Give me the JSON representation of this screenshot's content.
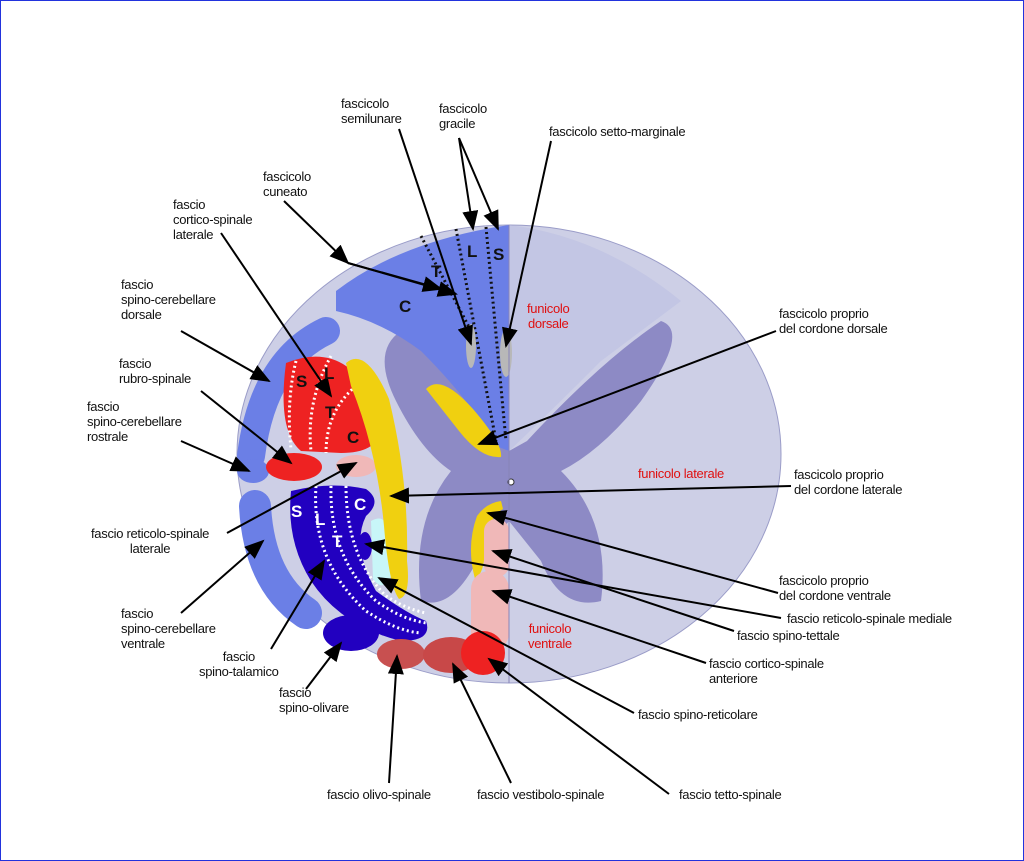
{
  "labels": {
    "semilunare": "fascicolo\nsemilunare",
    "gracile": "fascicolo\ngracile",
    "setto_marginale": "fascicolo setto-marginale",
    "cuneato": "fascicolo\ncuneato",
    "cortico_spinale_laterale": "fascio\ncortico-spinale\nlaterale",
    "spino_cerebellare_dorsale": "fascio\nspino-cerebellare\ndorsale",
    "rubro_spinale": "fascio\nrubro-spinale",
    "spino_cerebellare_rostrale": "fascio\nspino-cerebellare\nrostrale",
    "reticolo_spinale_laterale": "fascio reticolo-spinale\nlaterale",
    "spino_cerebellare_ventrale": "fascio\nspino-cerebellare\nventrale",
    "spino_talamico": "fascio\nspino-talamico",
    "spino_olivare": "fascio\nspino-olivare",
    "olivo_spinale": "fascio olivo-spinale",
    "vestibolo_spinale": "fascio vestibolo-spinale",
    "tetto_spinale": "fascio tetto-spinale",
    "proprio_dorsale": "fascicolo proprio\ndel cordone dorsale",
    "proprio_laterale": "fascicolo proprio\ndel cordone laterale",
    "proprio_ventrale": "fascicolo proprio\ndel cordone ventrale",
    "reticolo_spinale_mediale": "fascio reticolo-spinale mediale",
    "spino_tettale": "fascio spino-tettale",
    "cortico_spinale_anteriore": "fascio cortico-spinale\nanteriore",
    "spino_reticolare": "fascio spino-reticolare"
  },
  "funiculi": {
    "dorsale": "funicolo\ndorsale",
    "laterale": "funicolo laterale",
    "ventrale": "funicolo\nventrale"
  },
  "somatotopy": {
    "dorsal": [
      "C",
      "T",
      "L",
      "S"
    ],
    "corticospinal": [
      "S",
      "L",
      "T",
      "C"
    ],
    "spinothalamic": [
      "S",
      "L",
      "T",
      "C"
    ]
  },
  "colors": {
    "dorsal_column": "#6b7fe6",
    "corticospinal": "#ee2222",
    "spinothalamic": "#2200c0",
    "proprius": "#f0d010",
    "pink": "#f0b8b8",
    "funiculus_text": "#e01010"
  }
}
